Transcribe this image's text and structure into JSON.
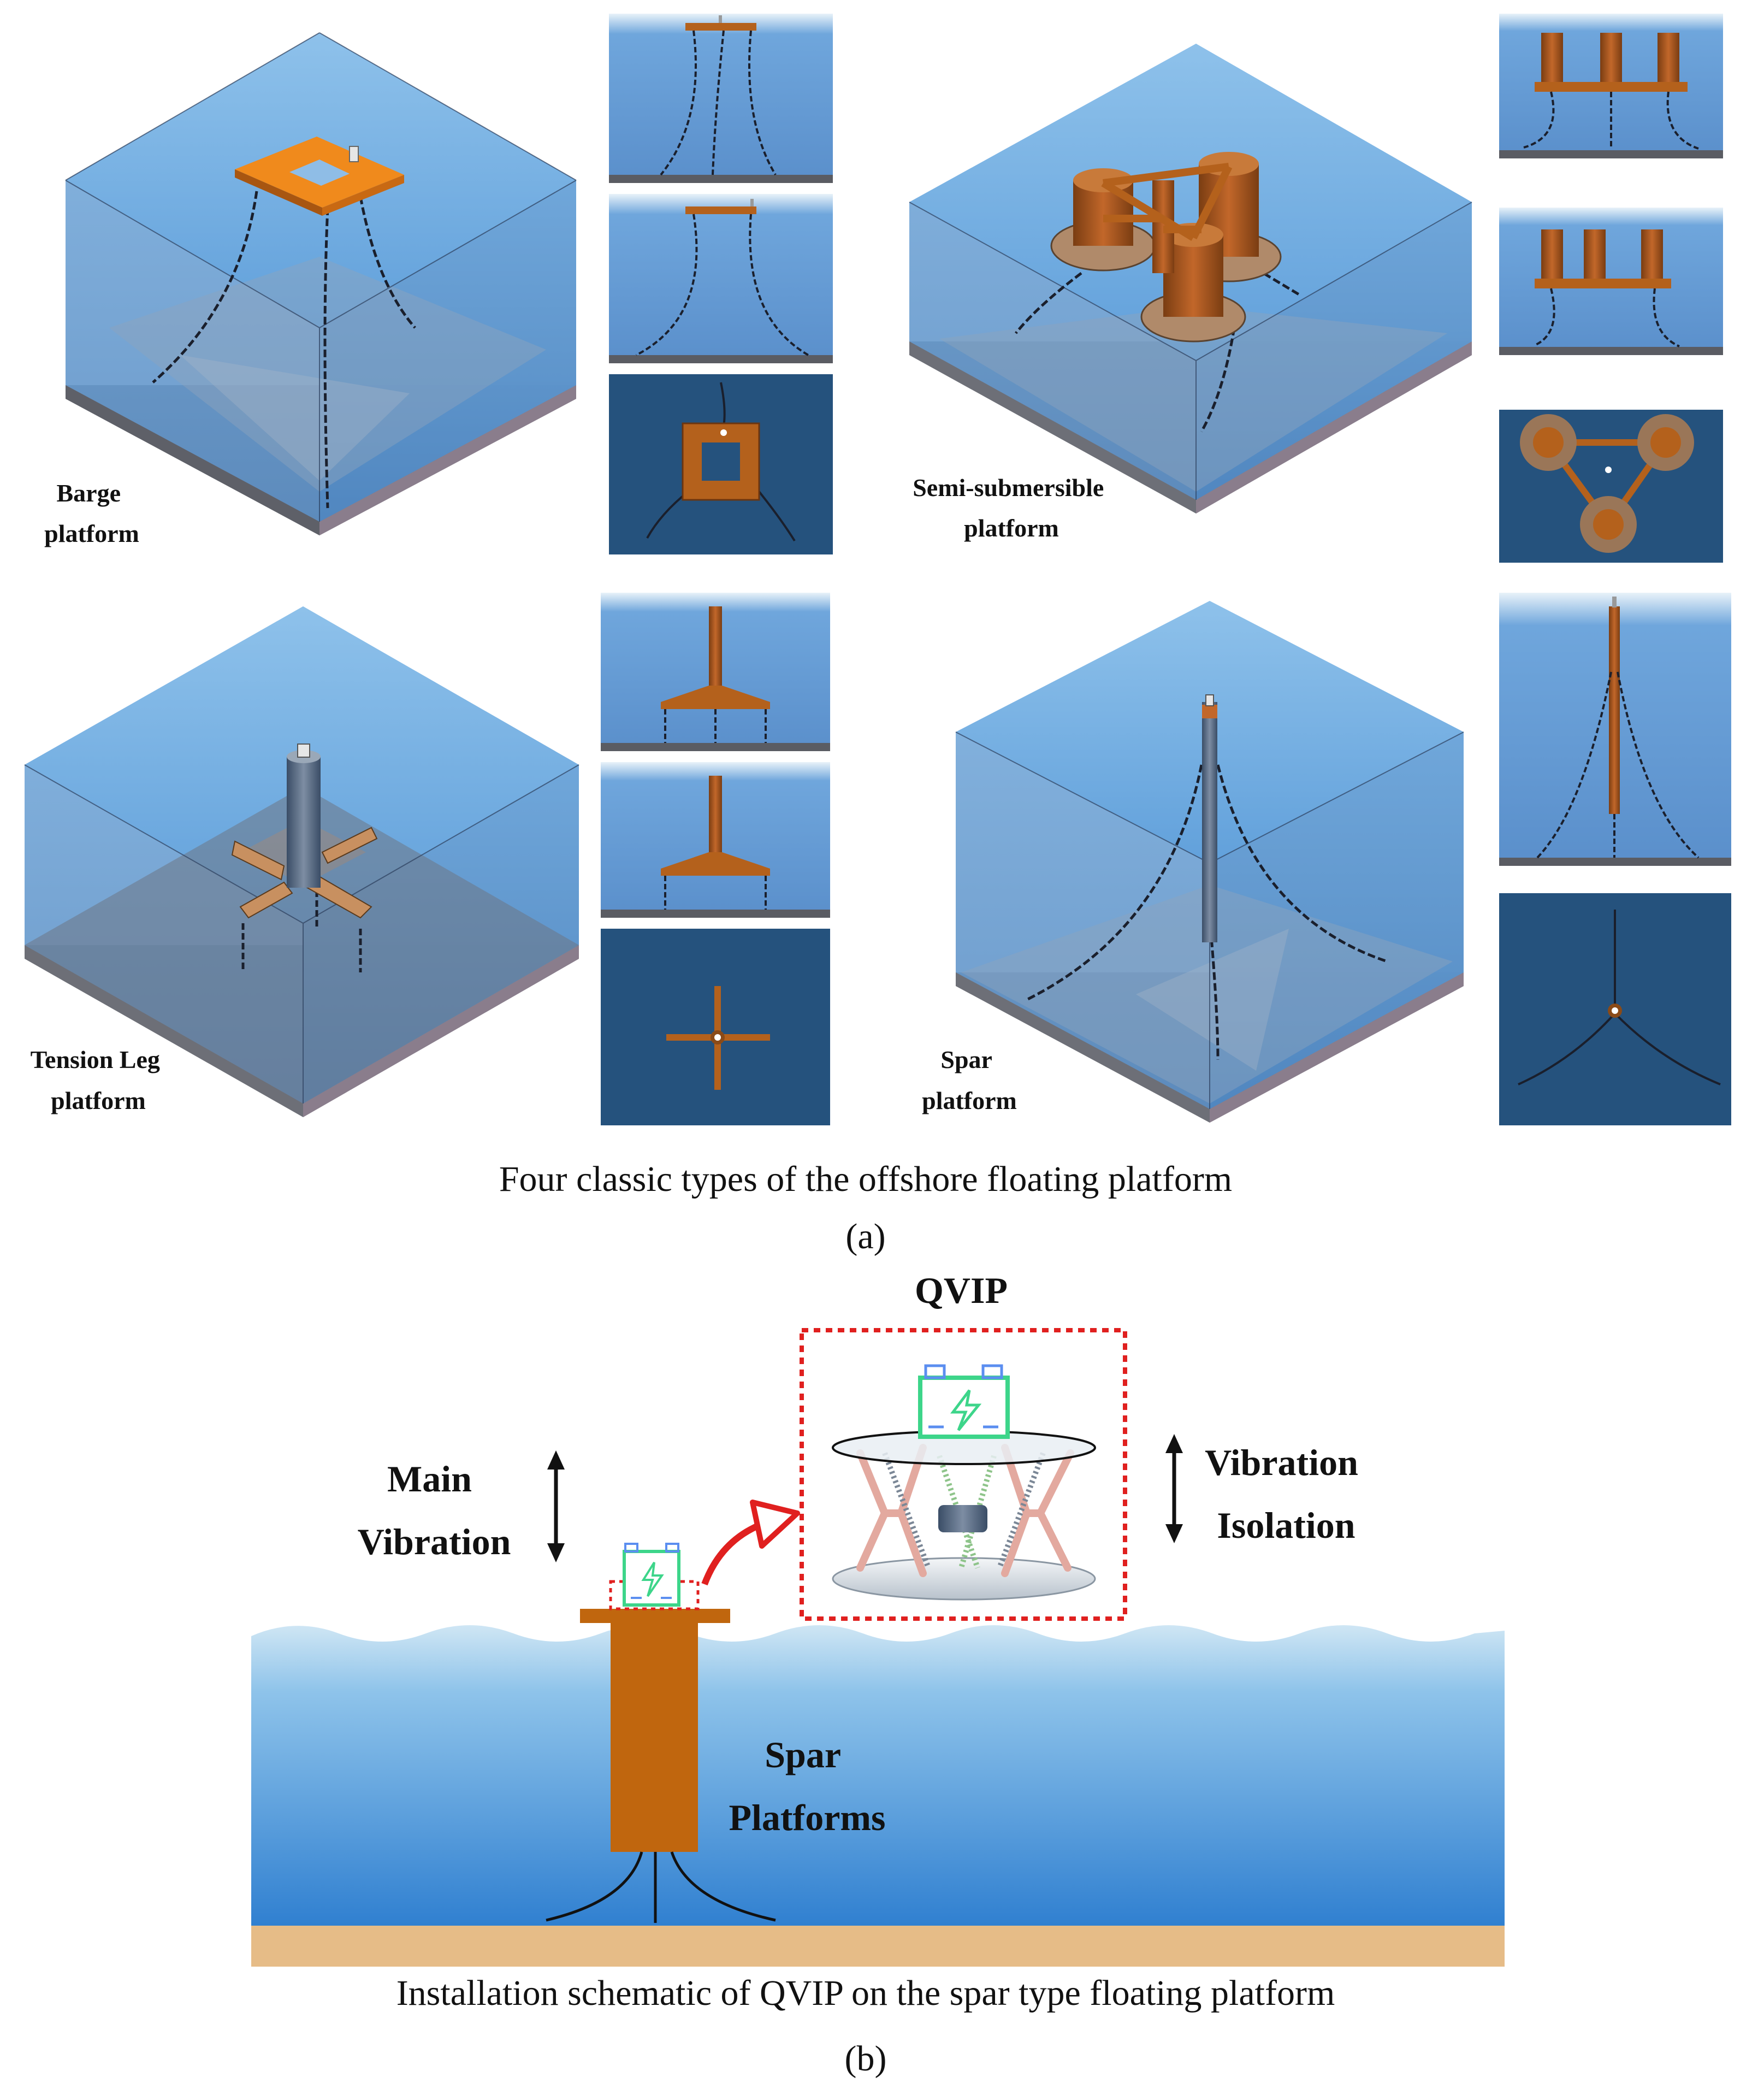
{
  "part_a": {
    "panels": [
      {
        "key": "barge",
        "label_lines": [
          "Barge",
          "platform"
        ]
      },
      {
        "key": "semi",
        "label_lines": [
          "Semi-submersible",
          "platform"
        ]
      },
      {
        "key": "tlp",
        "label_lines": [
          "Tension Leg",
          "platform"
        ]
      },
      {
        "key": "spar",
        "label_lines": [
          "Spar",
          "platform"
        ]
      }
    ],
    "caption": "Four classic types of the offshore floating platform",
    "sublabel": "(a)"
  },
  "part_b": {
    "qvip_title": "QVIP",
    "main_vibration_lines": [
      "Main",
      "Vibration"
    ],
    "vibration_isolation_lines": [
      "Vibration",
      "Isolation"
    ],
    "spar_label_lines": [
      "Spar",
      "Platforms"
    ],
    "caption": "Installation schematic of QVIP on the spar type floating platform",
    "sublabel": "(b)"
  },
  "colors": {
    "water_top": "#cfe6f4",
    "water_bottom": "#2f7fd0",
    "seabed": "#e6bc87",
    "platform": "#c0660e",
    "battery": "#3dd58a",
    "qvip_box": "#e0201f",
    "curve_arrow": "#e0201f"
  }
}
